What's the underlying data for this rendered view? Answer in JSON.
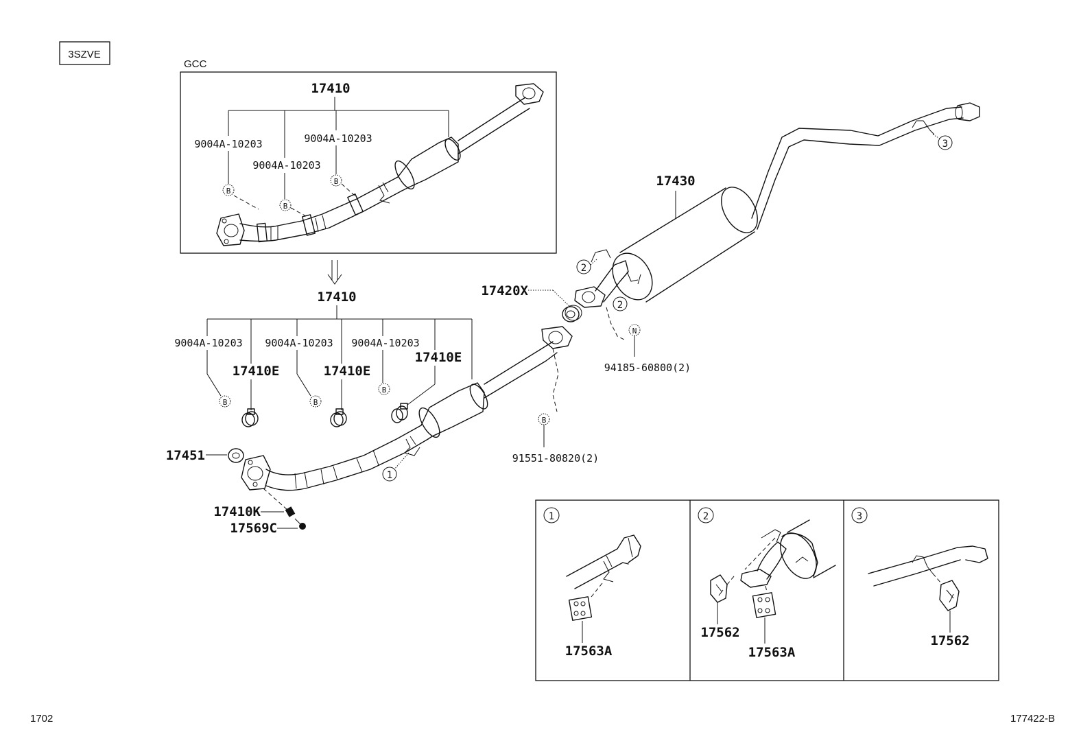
{
  "engine_tag": "3SZVE",
  "inset_region": "GCC",
  "footer": {
    "left_code": "1702",
    "right_code": "177422-B"
  },
  "callout_letters": {
    "b": "B",
    "n": "N"
  },
  "inset": {
    "assembly": "17410",
    "clamps": [
      "9004A-10203",
      "9004A-10203",
      "9004A-10203"
    ]
  },
  "main": {
    "assembly": "17410",
    "clamps": [
      "9004A-10203",
      "9004A-10203",
      "9004A-10203"
    ],
    "clamp_parts": [
      "17410E",
      "17410E",
      "17410E"
    ],
    "gasket_front": "17451",
    "stud": "17410K",
    "nut": "17569C",
    "gasket_center": "17420X",
    "muffler": "17430",
    "bolt_front": "91551-80820(2)",
    "bolt_rear": "94185-60800(2)"
  },
  "refs": [
    "1",
    "2",
    "3"
  ],
  "details": [
    {
      "ref": "1",
      "parts": [
        "17563A"
      ]
    },
    {
      "ref": "2",
      "parts": [
        "17562",
        "17563A"
      ]
    },
    {
      "ref": "3",
      "parts": [
        "17562"
      ]
    }
  ]
}
